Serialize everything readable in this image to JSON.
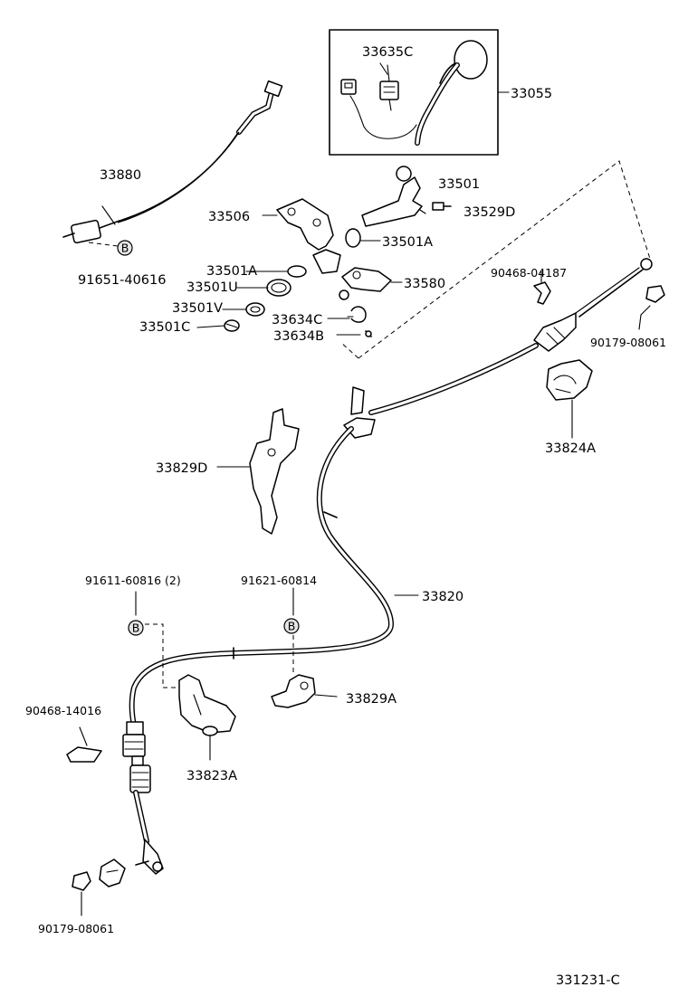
{
  "diagram_id": "331231-C",
  "callouts": [
    {
      "id": "c-33635c",
      "text": "33635C"
    },
    {
      "id": "c-33055",
      "text": "33055"
    },
    {
      "id": "c-33880",
      "text": "33880"
    },
    {
      "id": "c-33501",
      "text": "33501"
    },
    {
      "id": "c-33529d",
      "text": "33529D"
    },
    {
      "id": "c-33506",
      "text": "33506"
    },
    {
      "id": "c-33501a-top",
      "text": "33501A"
    },
    {
      "id": "c-91651",
      "text": "91651-40616"
    },
    {
      "id": "c-33501a",
      "text": "33501A"
    },
    {
      "id": "c-33501u",
      "text": "33501U"
    },
    {
      "id": "c-33580",
      "text": "33580"
    },
    {
      "id": "c-90468-04187",
      "text": "90468-04187"
    },
    {
      "id": "c-33501v",
      "text": "33501V"
    },
    {
      "id": "c-33634c",
      "text": "33634C"
    },
    {
      "id": "c-33501c",
      "text": "33501C"
    },
    {
      "id": "c-33634b",
      "text": "33634B"
    },
    {
      "id": "c-90179-08061-top",
      "text": "90179-08061"
    },
    {
      "id": "c-33824a",
      "text": "33824A"
    },
    {
      "id": "c-33829d",
      "text": "33829D"
    },
    {
      "id": "c-91611",
      "text": "91611-60816 (2)"
    },
    {
      "id": "c-91621",
      "text": "91621-60814"
    },
    {
      "id": "c-33820",
      "text": "33820"
    },
    {
      "id": "c-33829a",
      "text": "33829A"
    },
    {
      "id": "c-90468-14016",
      "text": "90468-14016"
    },
    {
      "id": "c-33823a",
      "text": "33823A"
    },
    {
      "id": "c-90179-08061-bot",
      "text": "90179-08061"
    }
  ],
  "badges": [
    {
      "id": "b-1",
      "text": "B"
    },
    {
      "id": "b-2",
      "text": "B"
    },
    {
      "id": "b-3",
      "text": "B"
    }
  ]
}
